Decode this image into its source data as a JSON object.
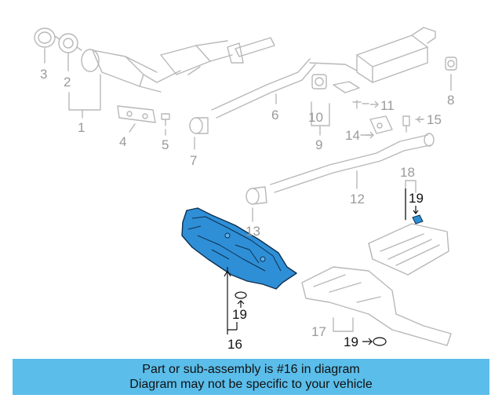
{
  "callouts": {
    "c1": "1",
    "c2": "2",
    "c3": "3",
    "c4": "4",
    "c5": "5",
    "c6": "6",
    "c7": "7",
    "c8": "8",
    "c9": "9",
    "c10": "10",
    "c11": "11",
    "c12": "12",
    "c13": "13",
    "c14": "14",
    "c15": "15",
    "c16": "16",
    "c17": "17",
    "c18": "18",
    "c19a": "19",
    "c19b": "19",
    "c19c": "19"
  },
  "banner": {
    "line1": "Part or sub-assembly is #16 in diagram",
    "line2": "Diagram may not be specific to your vehicle"
  },
  "colors": {
    "highlight": "#2e8fd6",
    "banner": "#5bbdea",
    "line_art": "#b8b8b8",
    "callout_text": "#9a9a9a",
    "highlight_text": "#111111"
  }
}
